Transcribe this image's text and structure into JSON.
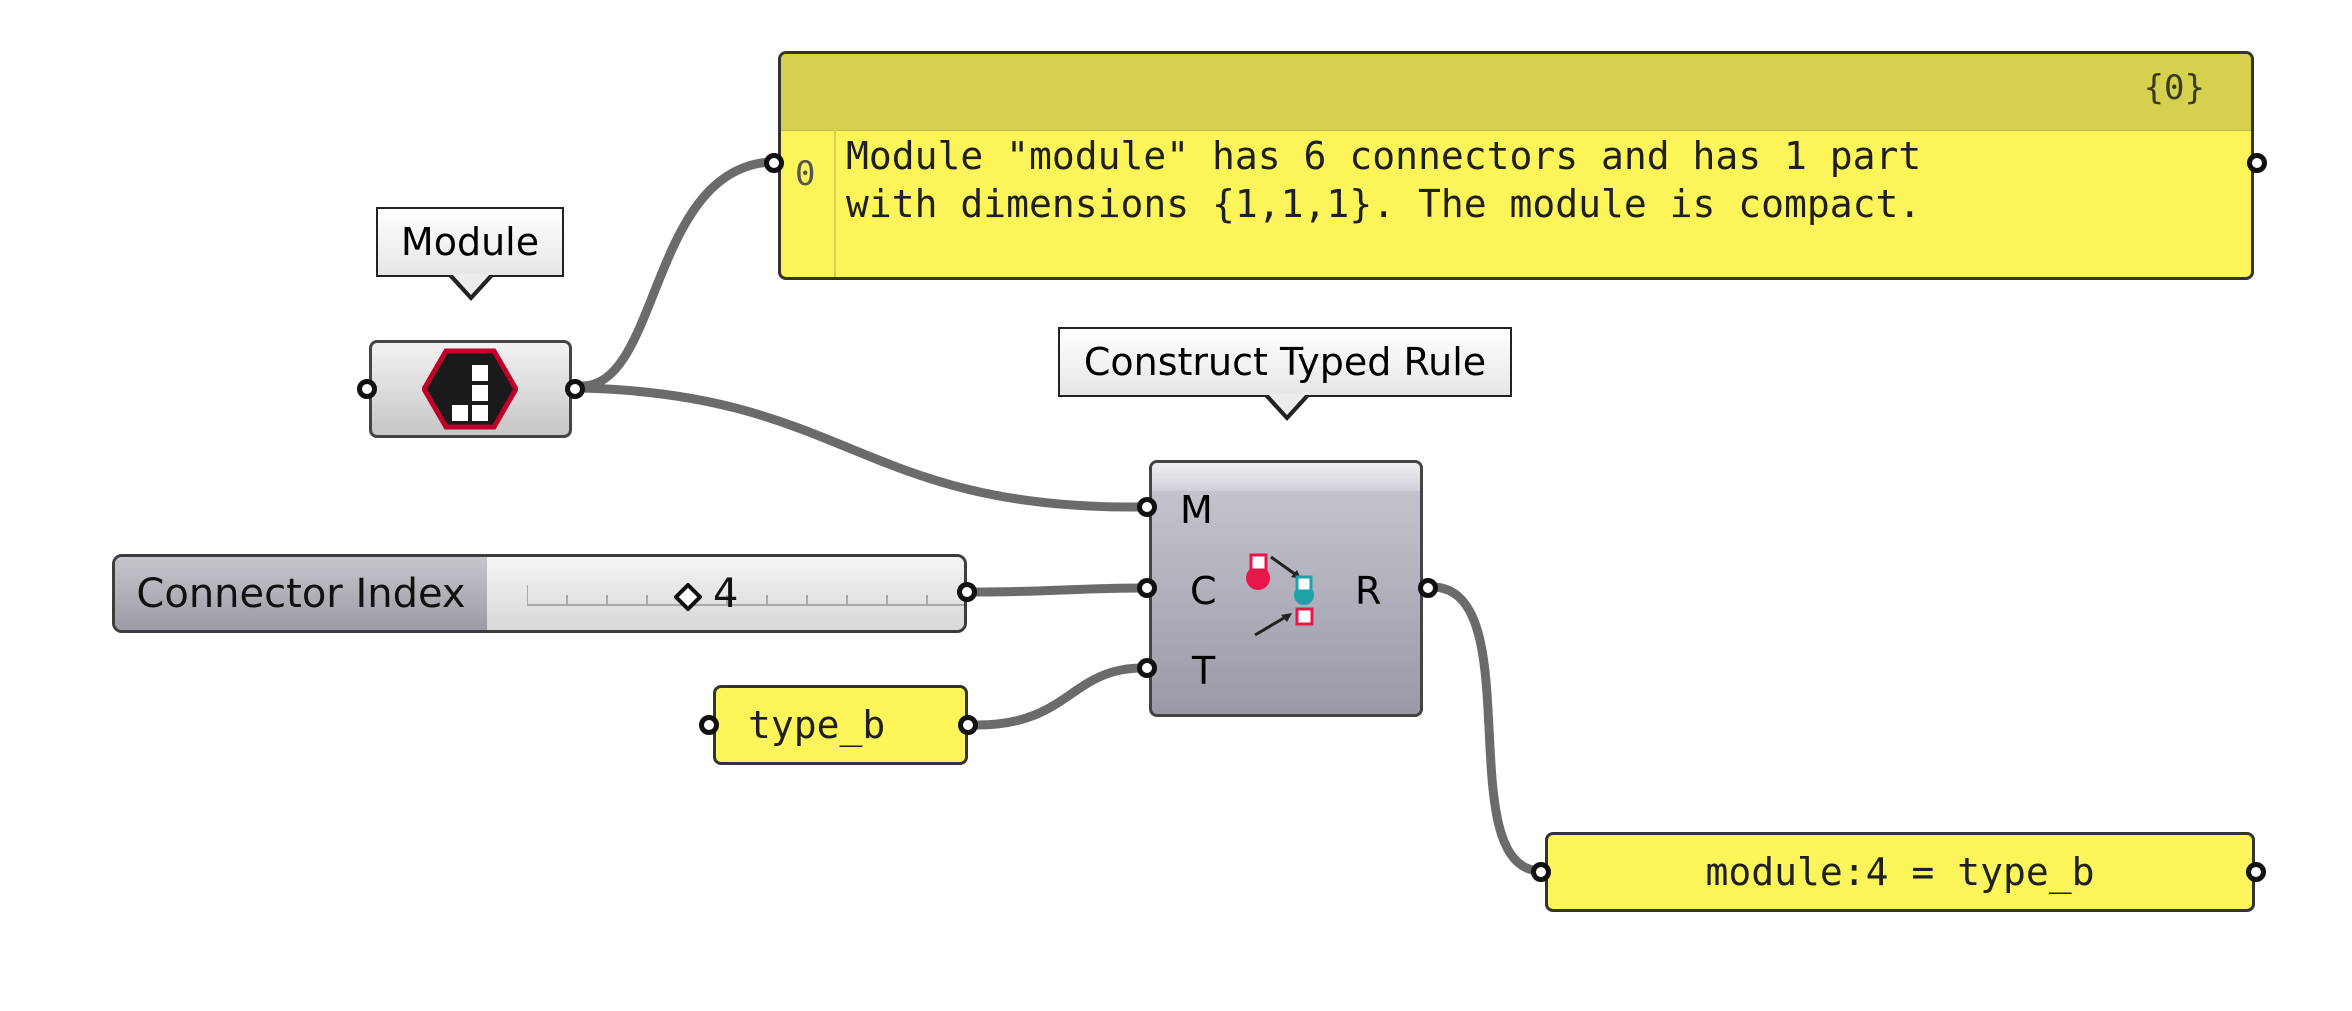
{
  "canvas": {
    "module_balloon": "Module",
    "construct_balloon": "Construct Typed Rule"
  },
  "report_panel": {
    "path": "{0}",
    "index": "0",
    "text": "Module \"module\" has 6 connectors and has 1 part\nwith dimensions {1,1,1}. The module is compact."
  },
  "module_component": {
    "icon": "module-icon"
  },
  "connector_slider": {
    "label": "Connector Index",
    "value": "4"
  },
  "type_panel": {
    "text": "type_b"
  },
  "construct_component": {
    "inputs": [
      "M",
      "C",
      "T"
    ],
    "output": "R",
    "icon": "typed-rule-icon"
  },
  "result_panel": {
    "text": "module:4 = type_b"
  },
  "colors": {
    "panel": "#fbf55a",
    "panel_header": "#d6d04f",
    "wire": "#6b6b6b",
    "component": "#a6a5b1"
  }
}
